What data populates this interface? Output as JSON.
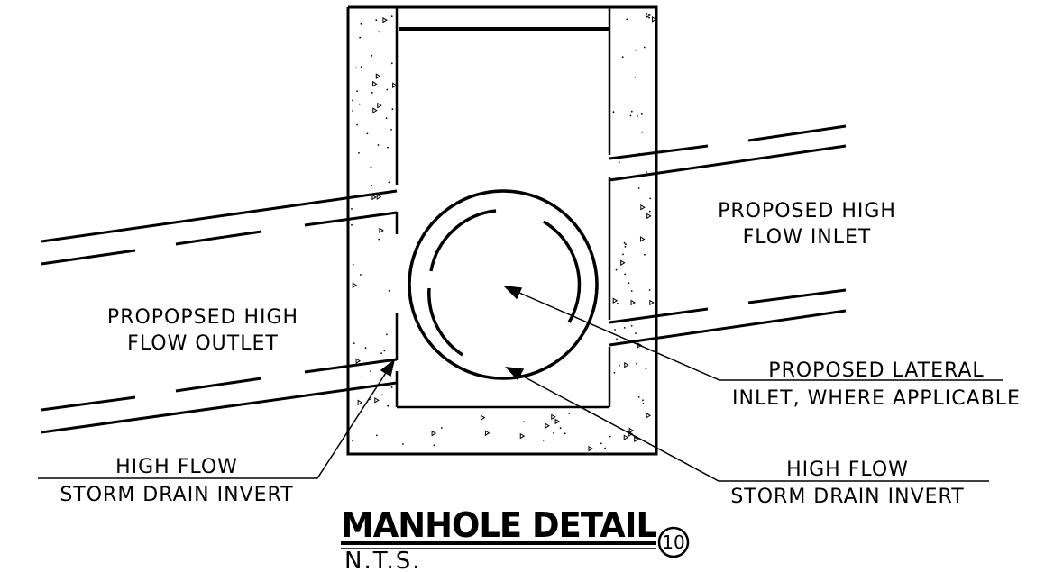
{
  "title": "MANHOLE DETAIL",
  "scale_note": "N.T.S.",
  "detail_number": "10",
  "colors": {
    "line": "#000000",
    "background": "#ffffff"
  },
  "labels": {
    "inlet": {
      "line1": "PROPOSED HIGH",
      "line2": "FLOW INLET"
    },
    "outlet": {
      "line1": "PROPOPSED HIGH",
      "line2": "FLOW OUTLET"
    },
    "lateral": {
      "line1": "PROPOSED LATERAL",
      "line2": "INLET, WHERE APPLICABLE"
    },
    "invert_left": {
      "line1": "HIGH FLOW",
      "line2": "STORM DRAIN INVERT"
    },
    "invert_right": {
      "line1": "HIGH FLOW",
      "line2": "STORM DRAIN INVERT"
    }
  }
}
